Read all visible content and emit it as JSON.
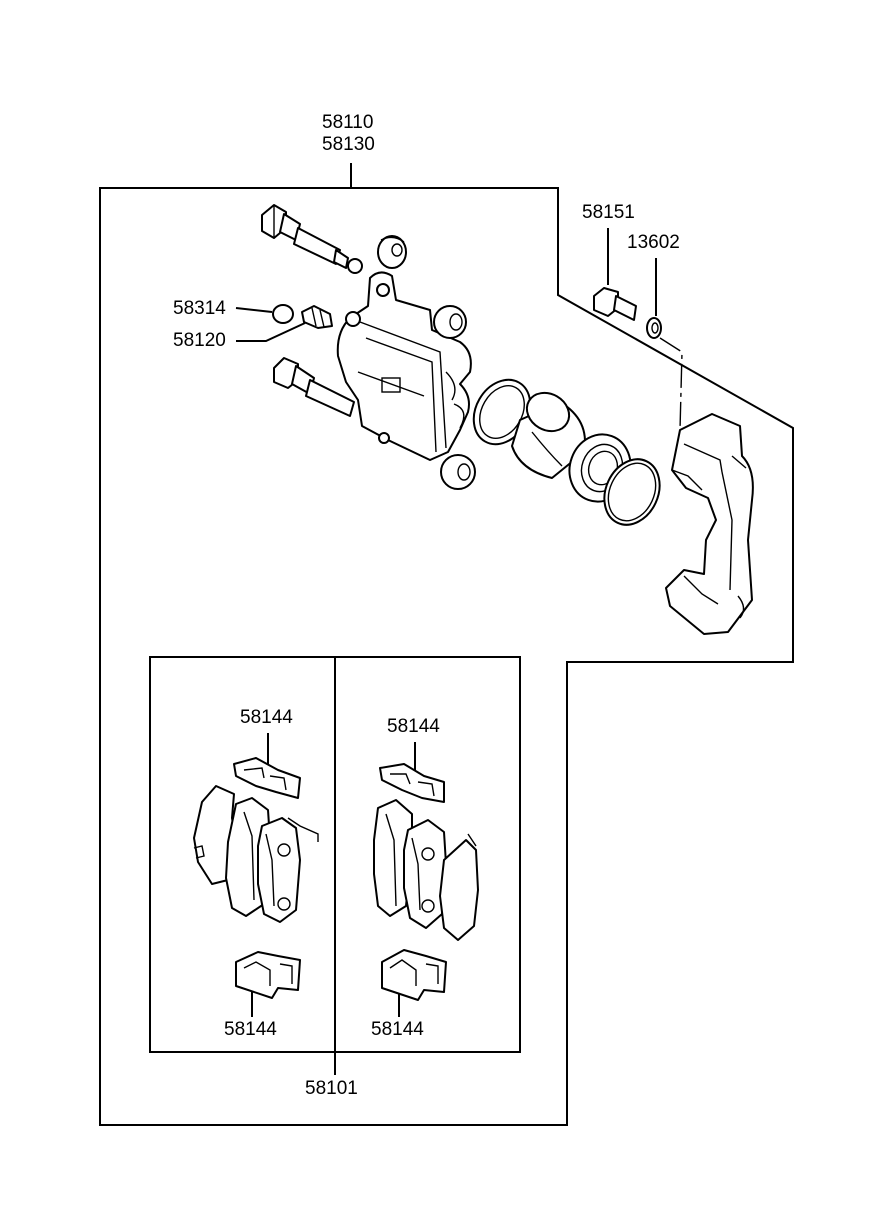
{
  "labels": {
    "caliper_assy_1": "58110",
    "caliper_assy_2": "58130",
    "guide_bolt": "58151",
    "washer": "13602",
    "bleeder_cap": "58314",
    "bleeder_screw": "58120",
    "pad_kit": "58101",
    "shim_left_top": "58144",
    "shim_right_top": "58144",
    "shim_left_bottom": "58144",
    "shim_right_bottom": "58144"
  }
}
